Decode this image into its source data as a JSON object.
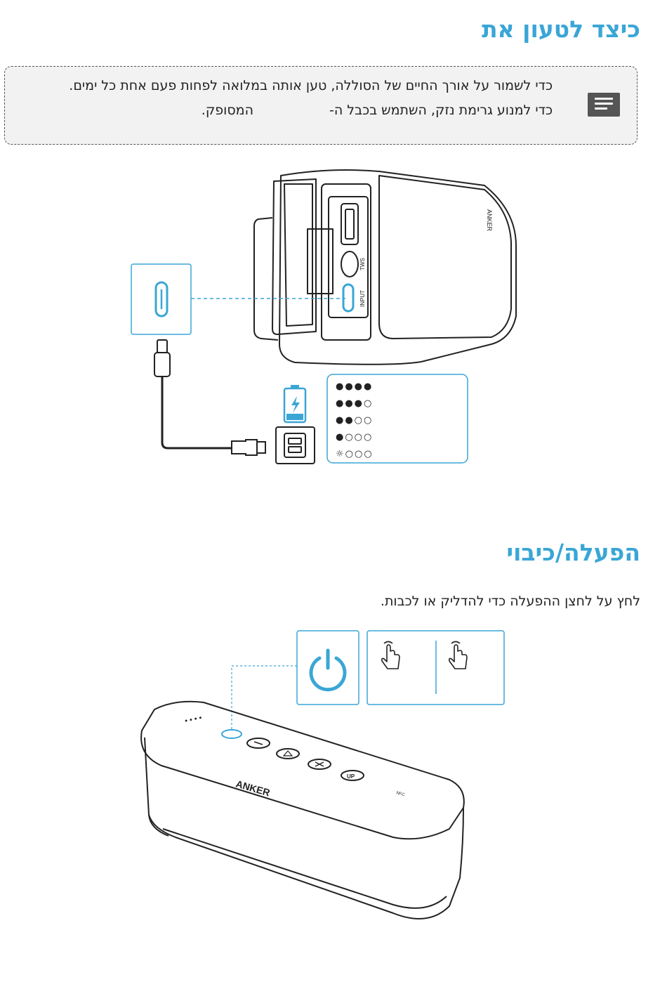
{
  "charge_section": {
    "title": "כיצד לטעון את",
    "note_icon": "note-icon",
    "note_line1": "כדי לשמור על אורך החיים של הסוללה, טען אותה במלואה לפחות פעם אחת כל ימים.",
    "note_line2_before": "כדי למנוע גרימת נזק, השתמש בכבל ה-",
    "note_line2_after": "המסופק.",
    "port_labels": {
      "usb": "",
      "tws": "TWS",
      "input": "INPUT"
    },
    "led_pattern": [
      "●●●●",
      "●●●○",
      "●●○○",
      "●○○○",
      "☼○○○"
    ],
    "battery_color": "#3aa6d6"
  },
  "power_section": {
    "title": "הפעלה/כיבוי",
    "instruction": "לחץ על לחצן ההפעלה כדי להדליק או לכבות.",
    "brand": "ANKER",
    "nfc": "NFC",
    "panel_icons": [
      "power-icon",
      "hand-press-icon",
      "hand-press-icon"
    ]
  },
  "accent_color": "#3aa6d6"
}
